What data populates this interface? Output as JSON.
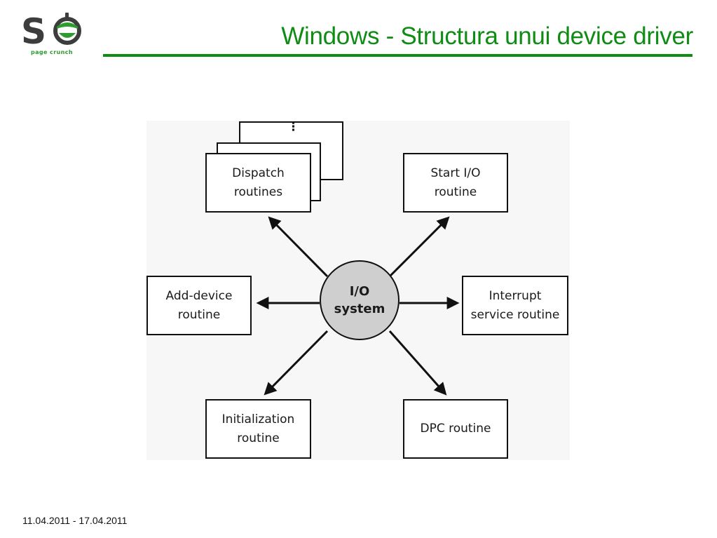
{
  "slide": {
    "title": "Windows - Structura unui device driver",
    "footer_date": "11.04.2011 - 17.04.2011",
    "accent_color": "#0e8c14"
  },
  "logo": {
    "letters": "SO",
    "wordmark": "page crunch",
    "icon": "acorn-icon",
    "colors": {
      "dark": "#3d3d3d",
      "green": "#2e9b2e"
    }
  },
  "diagram": {
    "center": {
      "label": "I/O\nsystem",
      "fill": "#cfcfcf"
    },
    "nodes": [
      {
        "id": "dispatch",
        "label": "Dispatch\nroutines",
        "stacked": true,
        "continuation": "⋮"
      },
      {
        "id": "start-io",
        "label": "Start I/O\nroutine"
      },
      {
        "id": "add-device",
        "label": "Add-device\nroutine"
      },
      {
        "id": "interrupt",
        "label": "Interrupt\nservice routine"
      },
      {
        "id": "initialization",
        "label": "Initialization\nroutine"
      },
      {
        "id": "dpc",
        "label": "DPC routine"
      }
    ],
    "edges": [
      {
        "from": "I/O system",
        "to": "dispatch"
      },
      {
        "from": "I/O system",
        "to": "start-io"
      },
      {
        "from": "I/O system",
        "to": "add-device"
      },
      {
        "from": "I/O system",
        "to": "interrupt"
      },
      {
        "from": "I/O system",
        "to": "initialization"
      },
      {
        "from": "I/O system",
        "to": "dpc"
      }
    ]
  }
}
